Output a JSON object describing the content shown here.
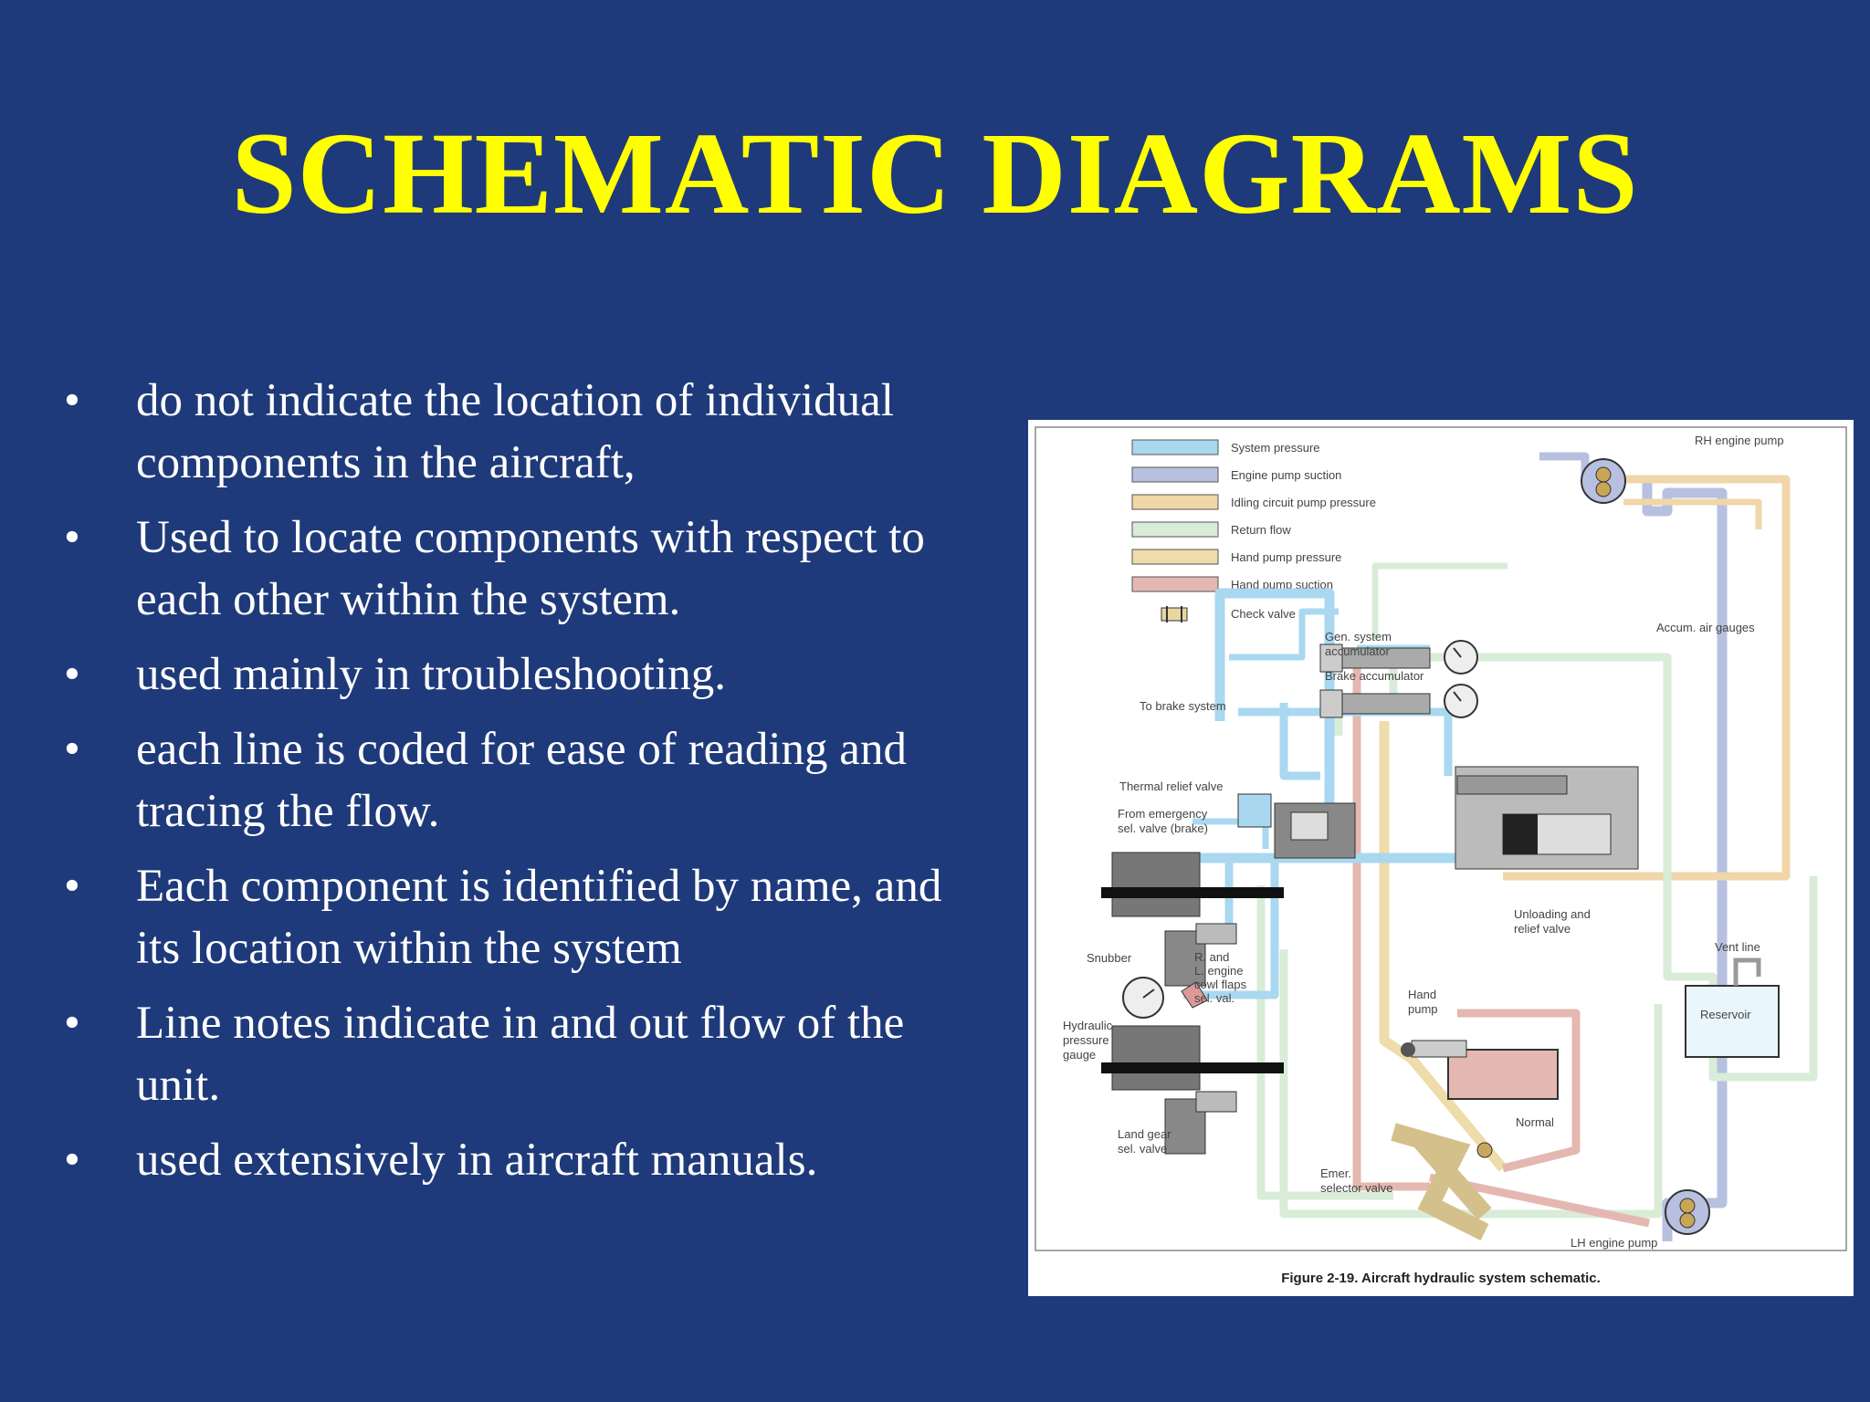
{
  "slide": {
    "title": "SCHEMATIC DIAGRAMS",
    "bullet_glyph": "•",
    "bullets": [
      {
        "text": "do not indicate the location of individual components in the aircraft,"
      },
      {
        "text": "Used to locate components with respect to each other within the system."
      },
      {
        "text": "used mainly in troubleshooting."
      },
      {
        "text": "each line is coded for ease of reading and tracing the flow."
      },
      {
        "text": "Each component is identified by name, and its location within the system"
      },
      {
        "text": "Line notes indicate in and out flow of the unit."
      },
      {
        "text": "used extensively in aircraft manuals."
      }
    ]
  },
  "figure": {
    "caption": "Figure 2-19. Aircraft hydraulic system schematic.",
    "legend": [
      {
        "label": "System pressure",
        "color": "#a9d8f0"
      },
      {
        "label": "Engine pump suction",
        "color": "#b8c0e0"
      },
      {
        "label": "Idling circuit pump pressure",
        "color": "#f0d6a8"
      },
      {
        "label": "Return flow",
        "color": "#d8ecd8"
      },
      {
        "label": "Hand pump pressure",
        "color": "#eedcaa"
      },
      {
        "label": "Hand pump suction",
        "color": "#e4b8b0"
      }
    ],
    "check_valve_label": "Check valve",
    "labels": {
      "rh_pump": "RH engine pump",
      "lh_pump": "LH engine pump",
      "accum_gauges": "Accum. air gauges",
      "gen_accum_1": "Gen. system",
      "gen_accum_2": "accumulator",
      "brake_accum": "Brake accumulator",
      "to_brake": "To brake system",
      "thermal_relief": "Thermal relief valve",
      "from_emerg_1": "From emergency",
      "from_emerg_2": "sel. valve (brake)",
      "snubber": "Snubber",
      "cowl_1": "R. and",
      "cowl_2": "L. engine",
      "cowl_3": "cowl flaps",
      "cowl_4": "sel. val.",
      "hyd_gauge_1": "Hydraulic",
      "hyd_gauge_2": "pressure",
      "hyd_gauge_3": "gauge",
      "land_gear_1": "Land gear",
      "land_gear_2": "sel. valve",
      "unloading_1": "Unloading and",
      "unloading_2": "relief valve",
      "hand_pump_1": "Hand",
      "hand_pump_2": "pump",
      "normal": "Normal",
      "emer_1": "Emer.",
      "emer_2": "selector valve",
      "vent": "Vent line",
      "reservoir": "Reservoir"
    }
  }
}
